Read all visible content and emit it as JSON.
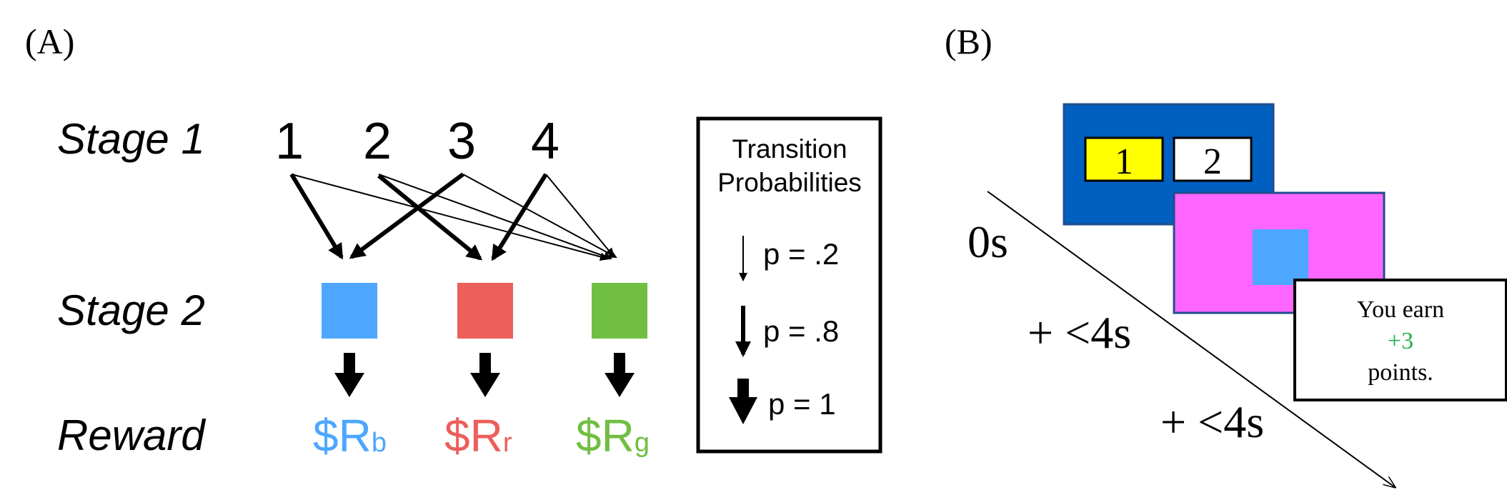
{
  "panel_a": {
    "label": "(A)",
    "rows": {
      "stage1": "Stage 1",
      "stage2": "Stage 2",
      "reward": "Reward"
    },
    "options": [
      "1",
      "2",
      "3",
      "4"
    ],
    "stage2_boxes": [
      {
        "color": "#4da6ff",
        "reward_main": "$R",
        "reward_sub": "b"
      },
      {
        "color": "#ec5f5a",
        "reward_main": "$R",
        "reward_sub": "r"
      },
      {
        "color": "#70be42",
        "reward_main": "$R",
        "reward_sub": "g"
      }
    ],
    "legend": {
      "title_line1": "Transition",
      "title_line2": "Probabilities",
      "items": [
        "p = .2",
        "p = .8",
        "p = 1"
      ]
    }
  },
  "panel_b": {
    "label": "(B)",
    "screen1": {
      "bg_color": "#0060c0",
      "choices": [
        "1",
        "2"
      ],
      "selected_color": "#ffff00"
    },
    "screen2": {
      "bg_color": "#ff66ff",
      "inner_color": "#4da6ff"
    },
    "screen3": {
      "line1": "You earn",
      "points": "+3",
      "points_color": "#22b14c",
      "line3": "points."
    },
    "timeline": [
      "0s",
      "+ <4s",
      "+ <4s"
    ]
  }
}
